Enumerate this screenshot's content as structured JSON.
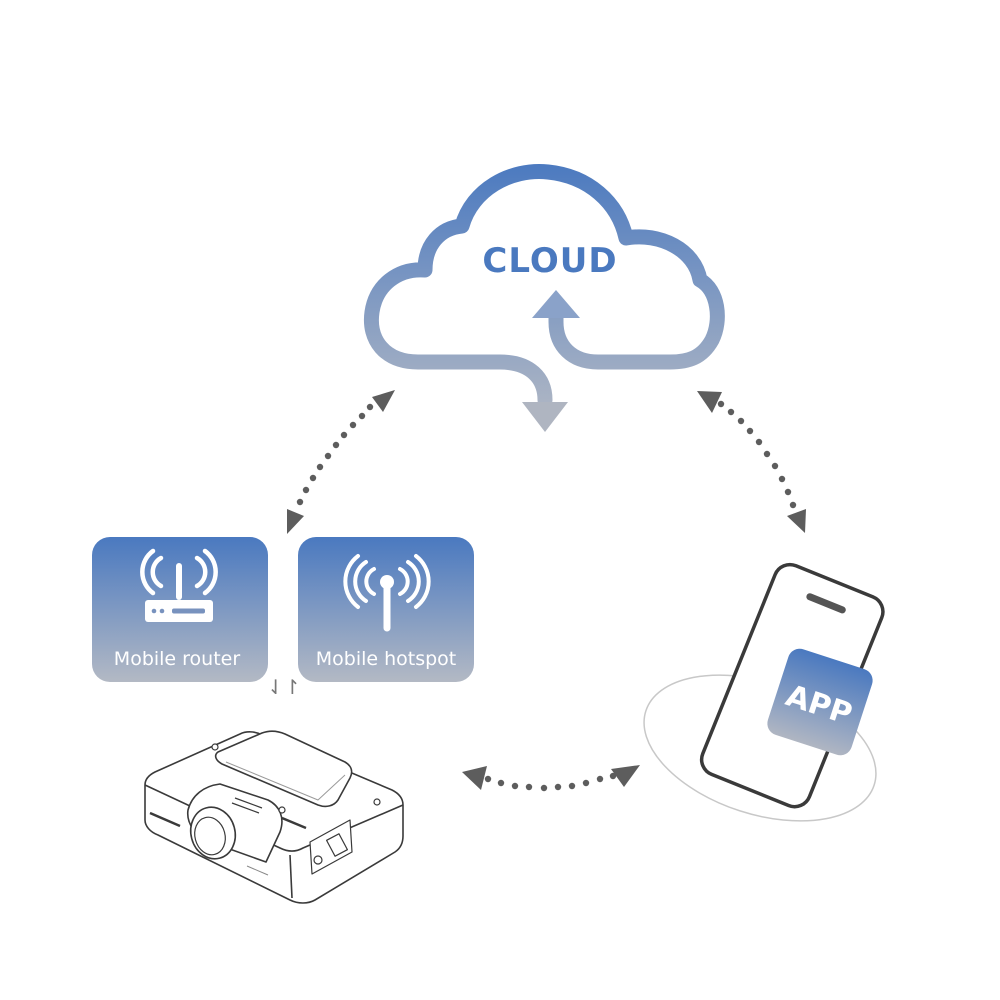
{
  "diagram": {
    "title": "Dashcam cloud connectivity",
    "colors": {
      "accent_top": "#4a79c0",
      "accent_bottom": "#b3b9c4",
      "connector": "#5d5d5d",
      "outline": "#3a3a3a"
    },
    "nodes": {
      "cloud": {
        "label": "CLOUD",
        "icon": "cloud-icon"
      },
      "mobile_router": {
        "label": "Mobile router",
        "icon": "router-icon"
      },
      "mobile_hotspot": {
        "label": "Mobile hotspot",
        "icon": "antenna-icon"
      },
      "app": {
        "label": "APP",
        "icon": "smartphone-icon"
      },
      "dashcam": {
        "label": "",
        "icon": "dashcam-icon"
      }
    },
    "links": [
      {
        "from": "cloud",
        "to": "mobile_router",
        "style": "dotted-bidirectional"
      },
      {
        "from": "cloud",
        "to": "app",
        "style": "dotted-bidirectional"
      },
      {
        "from": "dashcam",
        "to": "app",
        "style": "dotted-bidirectional"
      },
      {
        "from": "mobile_router",
        "to": "mobile_hotspot",
        "style": "either-or-symbol",
        "symbol": "⇃↾"
      }
    ]
  }
}
